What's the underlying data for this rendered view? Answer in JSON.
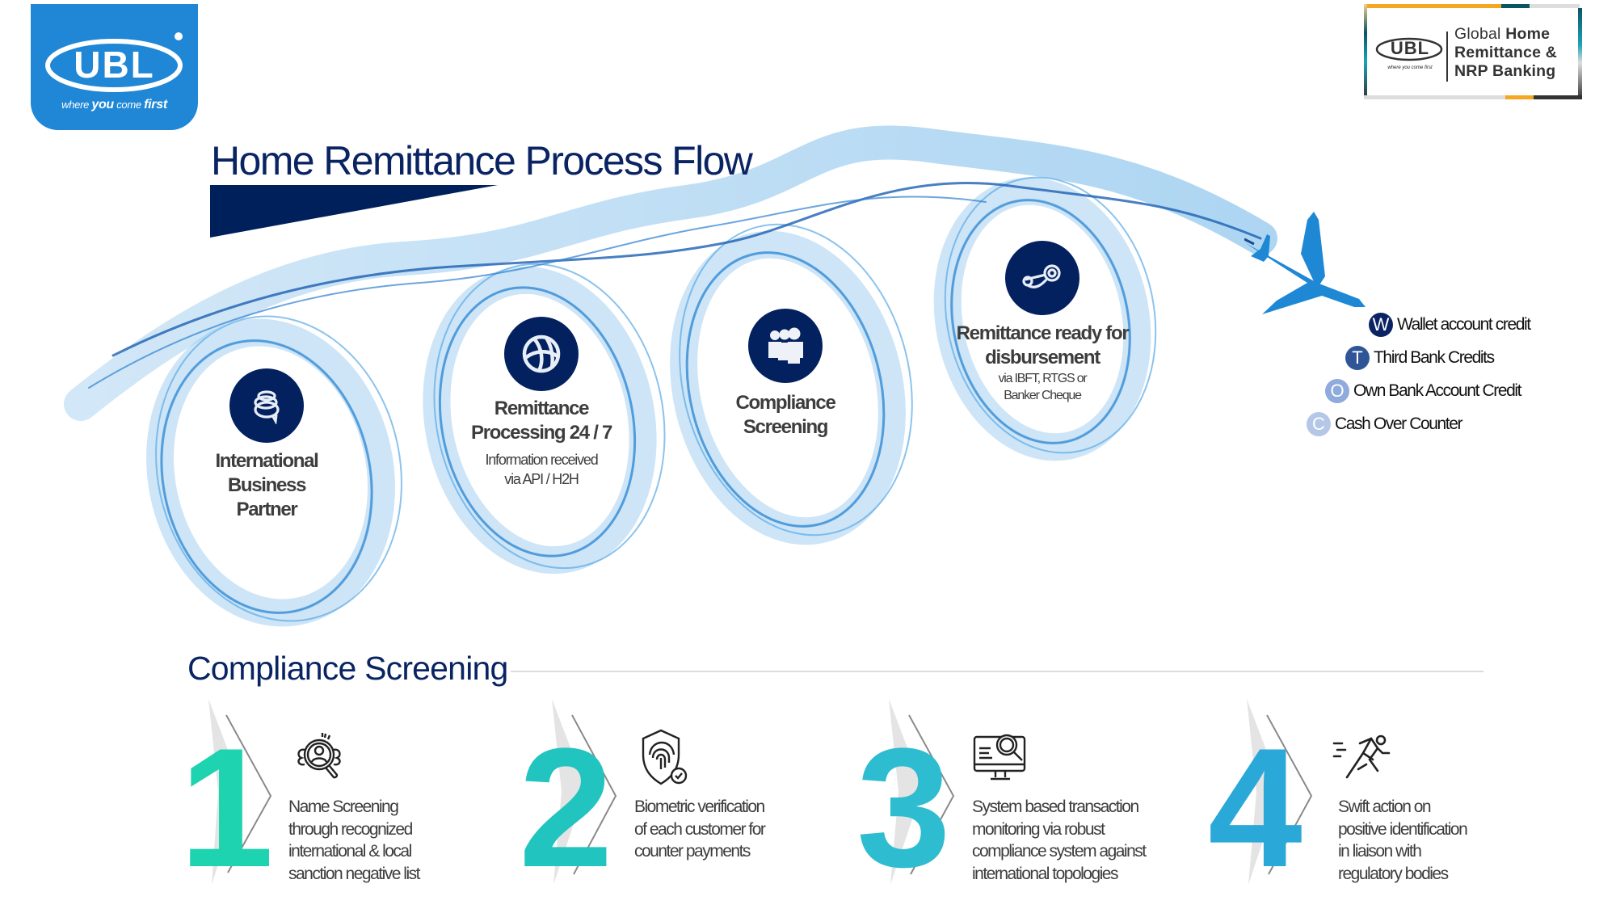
{
  "branding": {
    "logo_text": "UBL",
    "logo_tagline_1": "where ",
    "logo_tagline_2": "you",
    "logo_tagline_3": " come ",
    "logo_tagline_4": "first",
    "logo_color": "#1f87d6",
    "badge": {
      "logo_text": "UBL",
      "tagline": "where you come first",
      "line1_light": "Global ",
      "line1_bold": "Home",
      "line2": "Remittance &",
      "line3": "NRP Banking"
    }
  },
  "header": {
    "title": "Home Remittance Process Flow",
    "accent_color": "#00205b"
  },
  "flow": {
    "nodes": [
      {
        "icon": "chat-bubbles-icon",
        "title_lines": [
          "International",
          "Business",
          "Partner"
        ],
        "sub_lines": []
      },
      {
        "icon": "globe-ball-icon",
        "title_lines": [
          "Remittance",
          "Processing 24 / 7"
        ],
        "sub_lines": [
          "Information received",
          "via  API / H2H"
        ]
      },
      {
        "icon": "people-group-icon",
        "title_lines": [
          "Compliance",
          "Screening"
        ],
        "sub_lines": []
      },
      {
        "icon": "steam-link-icon",
        "title_lines": [
          "Remittance ready for",
          "disbursement"
        ],
        "sub_lines": [
          "via IBFT, RTGS or",
          "Banker Cheque"
        ]
      }
    ],
    "destination_icon": "airplane-icon",
    "disbursement_options": [
      {
        "letter": "W",
        "label": "Wallet account credit",
        "color": "#0a2463"
      },
      {
        "letter": "T",
        "label": "Third Bank Credits",
        "color": "#2f5597"
      },
      {
        "letter": "O",
        "label": "Own Bank Account Credit",
        "color": "#8faadc"
      },
      {
        "letter": "C",
        "label": "Cash Over Counter",
        "color": "#b4c7e7"
      }
    ]
  },
  "compliance": {
    "title": "Compliance Screening",
    "steps": [
      {
        "number": "1",
        "icon": "name-search-icon",
        "lines": [
          "Name Screening",
          "through recognized",
          "international & local",
          "sanction negative list"
        ],
        "color": "#1ed3b0"
      },
      {
        "number": "2",
        "icon": "fingerprint-shield-icon",
        "lines": [
          "Biometric verification",
          "of each customer for",
          "counter payments"
        ],
        "color": "#22c4bf"
      },
      {
        "number": "3",
        "icon": "monitor-search-icon",
        "lines": [
          "System based transaction",
          "monitoring via robust",
          "compliance system against",
          "international topologies"
        ],
        "color": "#2ebcd0"
      },
      {
        "number": "4",
        "icon": "running-person-icon",
        "lines": [
          "Swift action on",
          "positive identification",
          "in liaison with",
          "regulatory bodies"
        ],
        "color": "#2aa9d8"
      }
    ]
  }
}
